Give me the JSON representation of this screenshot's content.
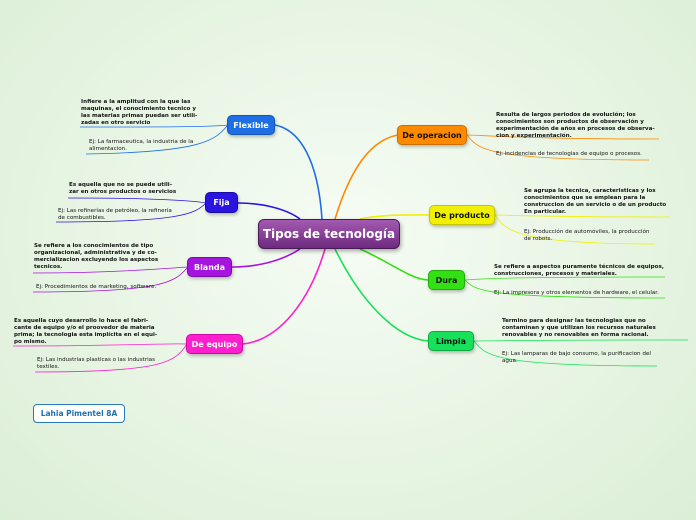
{
  "central": "Tipos de tecnología",
  "author": "Lahia Pimentel 8A",
  "colors": {
    "central": "#7a2f8a",
    "flexible": "#1e6fe6",
    "fija": "#2a14e0",
    "blanda": "#a614e0",
    "de_equipo": "#ff1fcf",
    "de_operacion": "#ff8a00",
    "de_producto": "#f0f000",
    "dura": "#33e014",
    "limpia": "#19e05a"
  },
  "branches": {
    "flexible": {
      "label": "Flexible",
      "definition": "Infiere a la amplitud con la que las\nmaquinas, el conocimiento tecnico y\nlas materias primas puedan ser utili-\nzadas en otro servicio",
      "example": "Ej: La farmaceutica, la industria de la\nalimentacion."
    },
    "fija": {
      "label": "Fija",
      "definition": "Es aquella que no se puede utili-\nzar en otros productos o servicios",
      "example": "Ej: Las refinerías de petróleo, la refinería\nde combustibles."
    },
    "blanda": {
      "label": "Blanda",
      "definition": "Se refiere a los conocimientos de tipo\norganizacional, administrativa y de co-\nmercializacion excluyendo los aspectos\ntecnicos.",
      "example": "Ej: Procedimientos de marketing, software."
    },
    "de_equipo": {
      "label": "De equipo",
      "definition": "Es aquella cuyo desarrollo lo hace el fabri-\ncante de equipo y/o el proovedor de materia\nprima; la tecnologia esta implícita en el equi-\npo mismo.",
      "example": "Ej: Las industrias plasticas o las industrias\ntextiles."
    },
    "de_operacion": {
      "label": "De operacion",
      "definition": "Resulta de largos periodos de evolución; los\nconocimientos son productos de observación y\nexperimentación de años en procesos de observa-\ncion y experimentación.",
      "example": "Ej: incidencias de tecnologias de equipo o procesos."
    },
    "de_producto": {
      "label": "De producto",
      "definition": "Se agrupa la tecnica, caracteristicas y los\nconocimientos que se emplean para la\nconstruccion de un servicio o de un producto\nEn particular.",
      "example": "Ej: Producción de automóviles, la producción\nde robots."
    },
    "dura": {
      "label": "Dura",
      "definition": "Se refiere a aspectos puramente técnicos de equipos,\nconstrucciones, procesos y materiales.",
      "example": "Ej: La impresora y otros elementos de hardware, el celular."
    },
    "limpia": {
      "label": "Limpia",
      "definition": "Termino para designar las tecnologias que no\ncontaminan y que utilizan los recursos naturales\nrenovables y no renovables en forma racional.",
      "example": "Ej: Las lamparas de bajo consumo, la purificacion del\nagua."
    }
  }
}
